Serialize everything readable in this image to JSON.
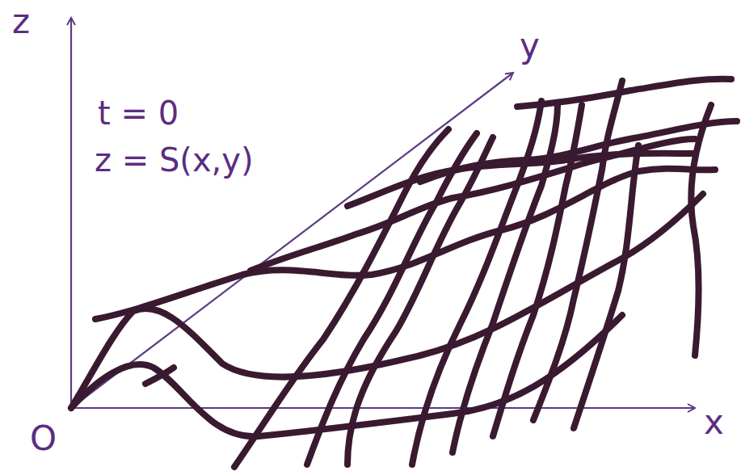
{
  "diagram": {
    "labels": [
      "z",
      "y",
      "x",
      "O",
      "t = 0",
      "z = S(x,y)"
    ]
  }
}
